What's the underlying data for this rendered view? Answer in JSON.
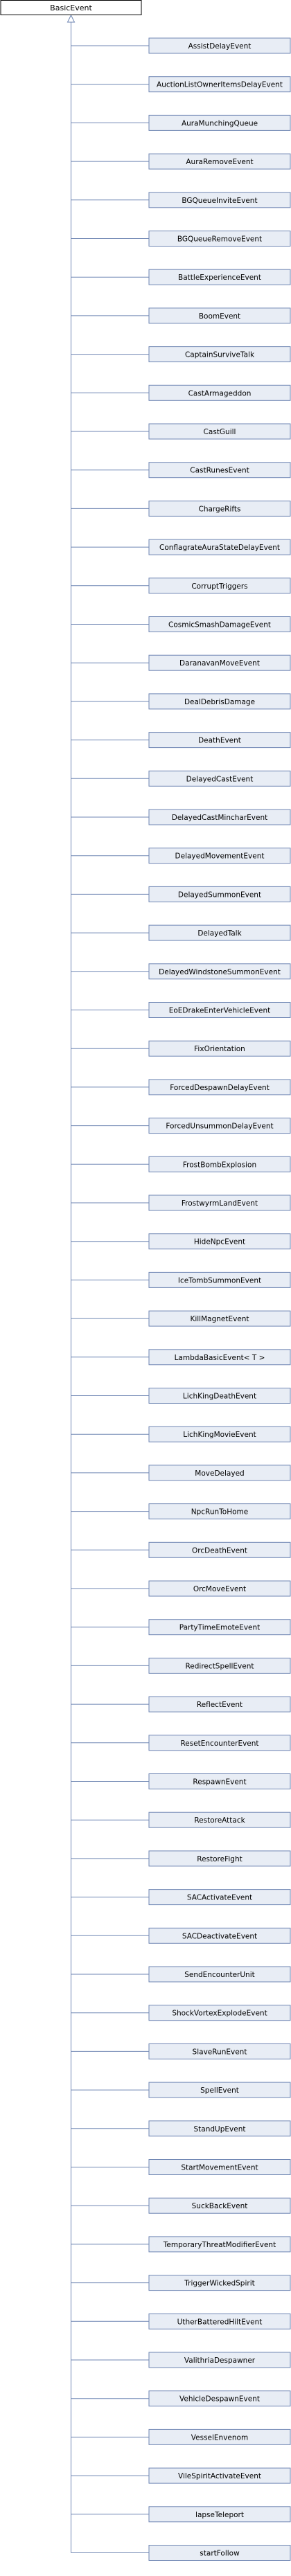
{
  "root": {
    "label": "BasicEvent"
  },
  "children": [
    "AssistDelayEvent",
    "AuctionListOwnerItemsDelayEvent",
    "AuraMunchingQueue",
    "AuraRemoveEvent",
    "BGQueueInviteEvent",
    "BGQueueRemoveEvent",
    "BattleExperienceEvent",
    "BoomEvent",
    "CaptainSurviveTalk",
    "CastArmageddon",
    "CastGuill",
    "CastRunesEvent",
    "ChargeRifts",
    "ConflagrateAuraStateDelayEvent",
    "CorruptTriggers",
    "CosmicSmashDamageEvent",
    "DaranavanMoveEvent",
    "DealDebrisDamage",
    "DeathEvent",
    "DelayedCastEvent",
    "DelayedCastMincharEvent",
    "DelayedMovementEvent",
    "DelayedSummonEvent",
    "DelayedTalk",
    "DelayedWindstoneSummonEvent",
    "EoEDrakeEnterVehicleEvent",
    "FixOrientation",
    "ForcedDespawnDelayEvent",
    "ForcedUnsummonDelayEvent",
    "FrostBombExplosion",
    "FrostwyrmLandEvent",
    "HideNpcEvent",
    "IceTombSummonEvent",
    "KillMagnetEvent",
    "LambdaBasicEvent< T >",
    "LichKingDeathEvent",
    "LichKingMovieEvent",
    "MoveDelayed",
    "NpcRunToHome",
    "OrcDeathEvent",
    "OrcMoveEvent",
    "PartyTimeEmoteEvent",
    "RedirectSpellEvent",
    "ReflectEvent",
    "ResetEncounterEvent",
    "RespawnEvent",
    "RestoreAttack",
    "RestoreFight",
    "SACActivateEvent",
    "SACDeactivateEvent",
    "SendEncounterUnit",
    "ShockVortexExplodeEvent",
    "SlaveRunEvent",
    "SpellEvent",
    "StandUpEvent",
    "StartMovementEvent",
    "SuckBackEvent",
    "TemporaryThreatModifierEvent",
    "TriggerWickedSpirit",
    "UtherBatteredHiltEvent",
    "ValithriaDespawner",
    "VehicleDespawnEvent",
    "VesselEnvenom",
    "VileSpiritActivateEvent",
    "lapseTeleport",
    "startFollow"
  ]
}
